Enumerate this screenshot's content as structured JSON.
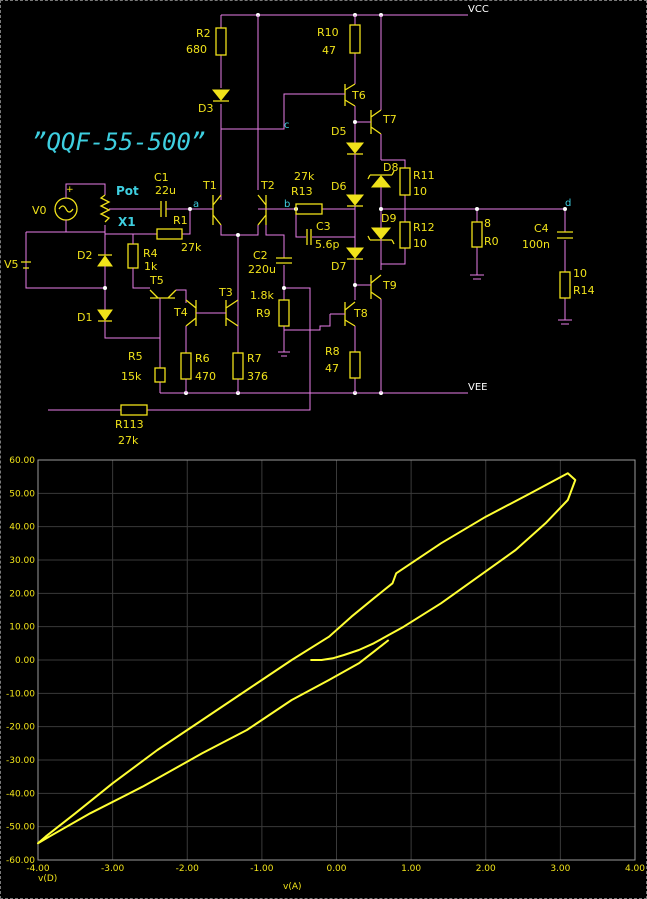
{
  "schematic": {
    "title": "”QQF-55-500”",
    "rails": {
      "vcc": "VCC",
      "vee": "VEE"
    },
    "nodes": {
      "a": "a",
      "b": "b",
      "c": "c",
      "d": "d"
    },
    "potentiometer": {
      "name": "Pot",
      "wiper": "X1"
    },
    "sources": {
      "v0": "V0",
      "v5": "V5"
    },
    "components": {
      "R2": [
        "R2",
        "680"
      ],
      "R10": [
        "R10",
        "47"
      ],
      "R13": [
        "R13",
        "27k"
      ],
      "R11": [
        "R11",
        "10"
      ],
      "R12": [
        "R12",
        "10"
      ],
      "R0": [
        "R0",
        "8"
      ],
      "R14": [
        "R14",
        "10"
      ],
      "R1": [
        "R1",
        "27k"
      ],
      "R4": [
        "R4",
        "1k"
      ],
      "R9": [
        "R9",
        "1.8k"
      ],
      "R6": [
        "R6",
        "470"
      ],
      "R7": [
        "R7",
        "376"
      ],
      "R5": [
        "R5",
        "15k"
      ],
      "R8": [
        "R8",
        "47"
      ],
      "R113": [
        "R113",
        "27k"
      ],
      "C1": [
        "C1",
        "22u"
      ],
      "C2": [
        "C2",
        "220u"
      ],
      "C3": [
        "C3",
        "5.6p"
      ],
      "C4": [
        "C4",
        "100n"
      ],
      "D1": "D1",
      "D2": "D2",
      "D3": "D3",
      "D5": "D5",
      "D6": "D6",
      "D7": "D7",
      "D8": "D8",
      "D9": "D9",
      "T1": "T1",
      "T2": "T2",
      "T3": "T3",
      "T4": "T4",
      "T5": "T5",
      "T6": "T6",
      "T7": "T7",
      "T8": "T8",
      "T9": "T9"
    },
    "colors": {
      "wire": "#e87ee8",
      "component": "#f0e21a",
      "label": "#f0e21a",
      "node": "#3ecfe0",
      "background": "#000000"
    }
  },
  "chart_data": {
    "type": "line",
    "xlabel": "v(A)",
    "ylabel": "v(D)",
    "xlim": [
      -4,
      4
    ],
    "ylim": [
      -60,
      60
    ],
    "x_ticks": [
      "-4.00",
      "-3.00",
      "-2.00",
      "-1.00",
      "0.00",
      "1.00",
      "2.00",
      "3.00",
      "4.00"
    ],
    "y_ticks": [
      "60.00",
      "50.00",
      "40.00",
      "30.00",
      "20.00",
      "10.00",
      "0.00",
      "-10.00",
      "-20.00",
      "-30.00",
      "-40.00",
      "-50.00",
      "-60.00"
    ],
    "grid": true,
    "colors": {
      "trace": "#ffff33",
      "grid": "#3a3a3a",
      "axes": "#9a9a9a",
      "text": "#f0e21a"
    },
    "series": [
      {
        "x": [
          -0.35,
          -0.2,
          -0.05,
          0.1,
          0.3,
          0.5,
          0.7,
          0.9,
          1.4,
          1.9,
          2.4,
          2.8,
          3.1,
          3.2,
          3.1,
          2.6,
          2.0,
          1.4,
          0.8,
          0.75,
          0.5,
          0.2,
          -0.1,
          -0.6,
          -1.2,
          -1.8,
          -2.4,
          -3.0,
          -3.5,
          -3.9,
          -4.0,
          -3.85,
          -3.3,
          -2.6,
          -1.8,
          -1.2,
          -0.6,
          -0.1,
          0.3,
          0.5,
          0.7
        ],
        "y": [
          0.0,
          0.0,
          0.5,
          1.5,
          3.0,
          5.0,
          7.5,
          10.0,
          17.0,
          25.0,
          33.0,
          41.0,
          48.0,
          54.0,
          56.0,
          50.0,
          43.0,
          35.0,
          26.0,
          23.0,
          18.5,
          13.0,
          7.0,
          0.0,
          -9.0,
          -18.0,
          -27.0,
          -37.0,
          -46.0,
          -53.0,
          -55.0,
          -53.0,
          -46.0,
          -38.0,
          -28.0,
          -21.0,
          -12.0,
          -6.0,
          -1.0,
          2.5,
          6.0
        ]
      }
    ]
  }
}
